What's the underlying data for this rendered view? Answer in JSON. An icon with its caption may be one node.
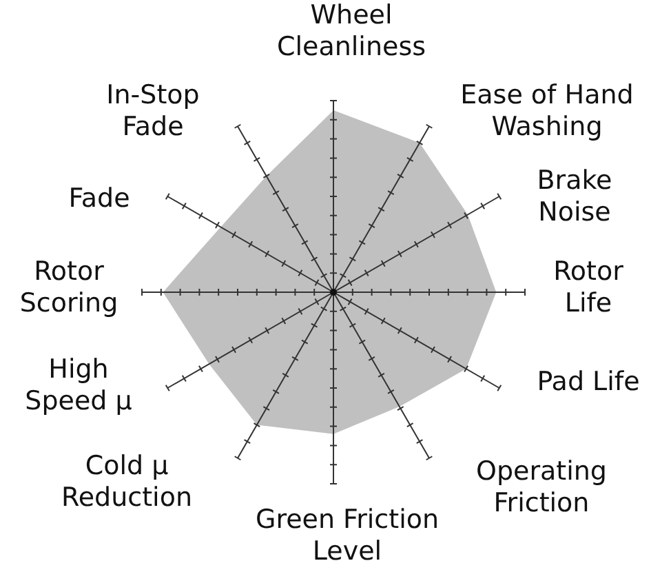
{
  "diagram": {
    "labels": [
      "Wheel Cleanliness",
      "Ease of Hand Washing",
      "Brake Noise",
      "Rotor Life",
      "Pad Life",
      "Operating Friction",
      "Green Friction Level",
      "Cold μ Reduction",
      "High Speed μ",
      "Rotor Scoring",
      "Fade",
      "In-Stop Fade"
    ]
  }
}
